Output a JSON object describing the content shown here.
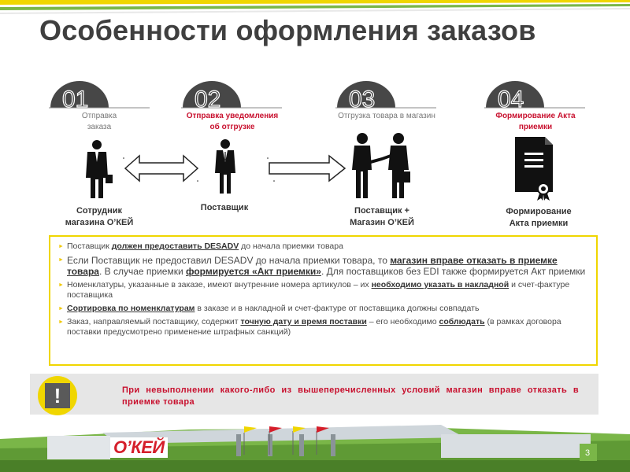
{
  "slide": {
    "title": "Особенности оформления заказов",
    "page_number": "3"
  },
  "steps": [
    {
      "number": "01",
      "label": "Отправка\nзаказа",
      "label_style": "gray",
      "caption": "Сотрудник\nмагазина О’КЕЙ"
    },
    {
      "number": "02",
      "label": "Отправка уведомления\nоб отгрузке",
      "label_style": "red",
      "caption": "Поставщик"
    },
    {
      "number": "03",
      "label": "Отгрузка товара в магазин",
      "label_style": "gray",
      "caption": "Поставщик +\nМагазин О’КЕЙ"
    },
    {
      "number": "04",
      "label": "Формирование Акта\nприемки",
      "label_style": "red",
      "caption": "Формирование\nАкта приемки"
    }
  ],
  "bullets": {
    "b1": {
      "t1": "Поставщик ",
      "h1": "должен предоставить DESADV",
      "t2": " до начала приемки товара"
    },
    "b2": {
      "t1": "Если Поставщик не предоставил DESADV до начала приемки товара, то ",
      "h1": "магазин вправе отказать в приемке товара",
      "t2": ". В случае приемки ",
      "h2": "формируется «Акт приемки»",
      "t3": ". Для поставщиков без EDI также формируется Акт приемки"
    },
    "b3": {
      "t1": "Номенклатуры, указанные в заказе, имеют внутренние номера артикулов – их ",
      "h1": "необходимо указать в накладной",
      "t2": " и счет-фактуре поставщика"
    },
    "b4": {
      "h1": "Сортировка по номенклатурам",
      "t1": " в заказе и в накладной и счет-фактуре от поставщика должны совпадать"
    },
    "b5": {
      "t1": "Заказ, направляемый поставщику, содержит ",
      "h1": "точную дату и время поставки",
      "t2": " – его необходимо ",
      "h2": "соблюдать",
      "t3": " (в рамках договора поставки предусмотрено применение штрафных санкций)"
    }
  },
  "warning": {
    "symbol": "!",
    "text": "При невыполнении какого-либо из вышеперечисленных условий магазин вправе отказать в приемке товара"
  },
  "footer": {
    "logo": "О’КЕЙ"
  },
  "colors": {
    "accent_yellow": "#f0d600",
    "accent_red": "#c8102e",
    "title_gray": "#3f3f3f",
    "stripe_green": "#7ab648"
  }
}
